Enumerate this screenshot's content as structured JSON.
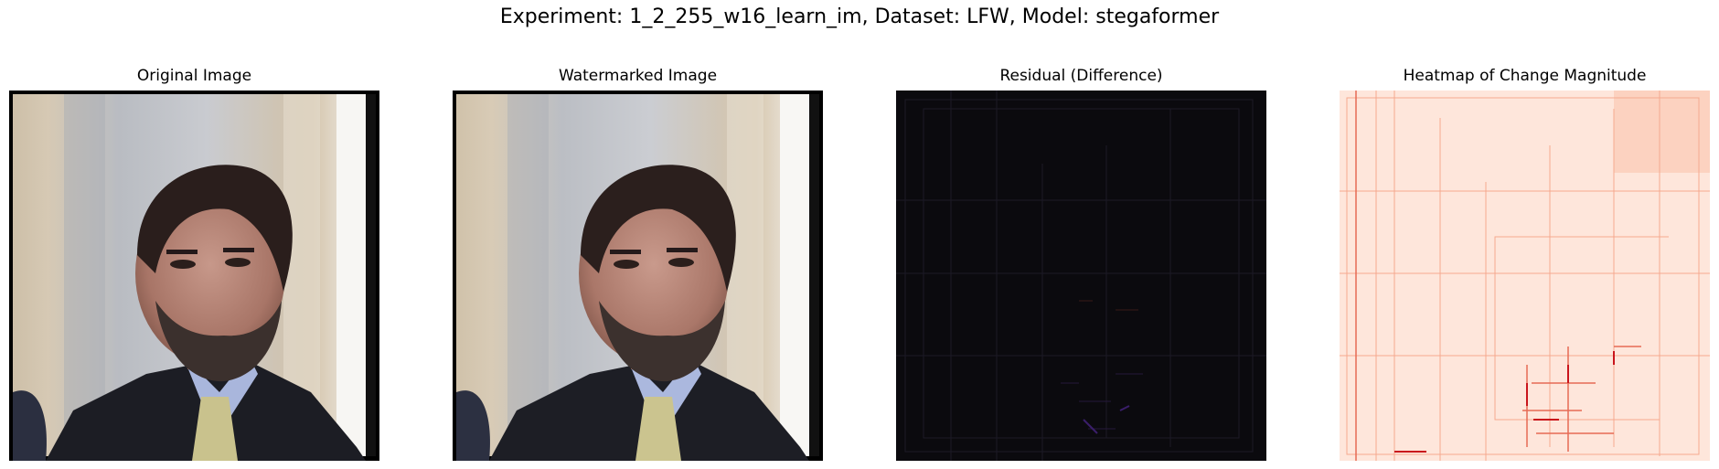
{
  "figure": {
    "title": "Experiment: 1_2_255_w16_learn_im, Dataset: LFW, Model: stegaformer"
  },
  "panels": [
    {
      "title": "Original Image",
      "content": "portrait photo"
    },
    {
      "title": "Watermarked Image",
      "content": "portrait photo"
    },
    {
      "title": "Residual (Difference)",
      "content": "near-black residual map"
    },
    {
      "title": "Heatmap of Change Magnitude",
      "content": "red-scale heatmap"
    }
  ],
  "colors": {
    "background": "#ffffff",
    "residual_base": "#0b0a0e",
    "heatmap_base": "#fee4d8",
    "heatmap_accent": "#c9151c"
  }
}
